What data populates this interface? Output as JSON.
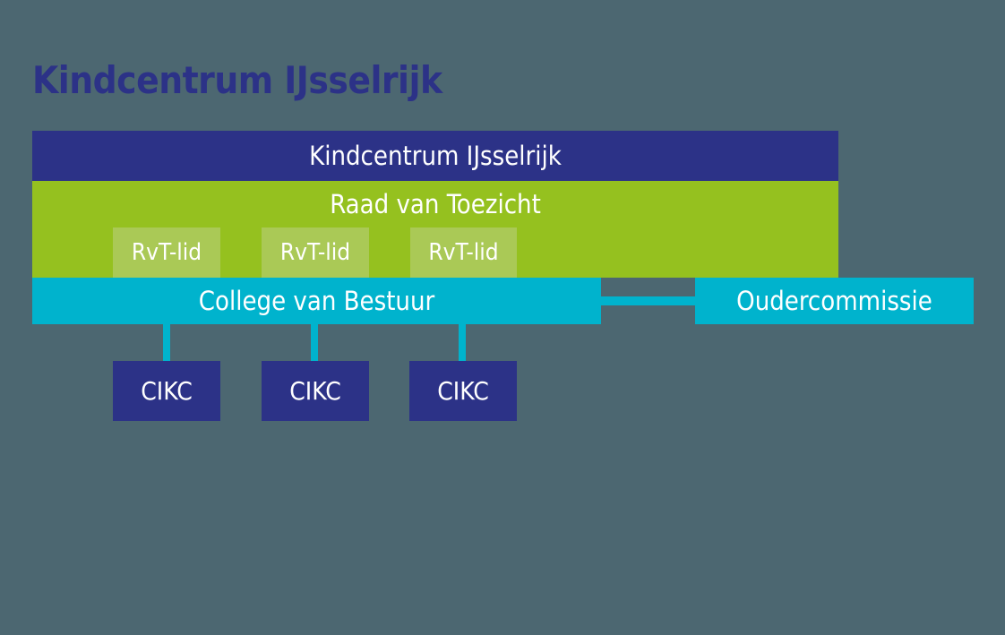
{
  "page": {
    "title": "Kindcentrum IJsselrijk",
    "background_color": "#4c6771"
  },
  "palette": {
    "dark_blue": "#2c3287",
    "green": "#95c11f",
    "light_green": "#aac956",
    "cyan": "#00b3cd",
    "white": "#ffffff",
    "slate_background": "#4c6771"
  },
  "chart_data": {
    "type": "diagram",
    "diagram_kind": "organizational-chart",
    "title": "Kindcentrum IJsselrijk",
    "levels": [
      {
        "level": 1,
        "name": "organisation",
        "label": "Kindcentrum IJsselrijk",
        "color": "#2c3287"
      },
      {
        "level": 2,
        "name": "supervisory-board",
        "label": "Raad van Toezicht",
        "color": "#95c11f",
        "members": [
          {
            "label": "RvT-lid",
            "color": "#aac956"
          },
          {
            "label": "RvT-lid",
            "color": "#aac956"
          },
          {
            "label": "RvT-lid",
            "color": "#aac956"
          }
        ]
      },
      {
        "level": 3,
        "name": "executive",
        "label": "College van Bestuur",
        "color": "#00b3cd",
        "linked_to": "Oudercommissie"
      },
      {
        "level": 3,
        "name": "parents-committee",
        "label": "Oudercommissie",
        "color": "#00b3cd"
      },
      {
        "level": 4,
        "name": "child-centres",
        "color": "#2c3287",
        "units": [
          {
            "label": "CIKC"
          },
          {
            "label": "CIKC"
          },
          {
            "label": "CIKC"
          }
        ]
      }
    ],
    "connections": [
      {
        "from": "College van Bestuur",
        "to": "Oudercommissie",
        "style": "horizontal-link"
      },
      {
        "from": "College van Bestuur",
        "to": "CIKC",
        "style": "vertical-link"
      },
      {
        "from": "College van Bestuur",
        "to": "CIKC",
        "style": "vertical-link"
      },
      {
        "from": "College van Bestuur",
        "to": "CIKC",
        "style": "vertical-link"
      }
    ]
  },
  "organisation": {
    "label": "Kindcentrum IJsselrijk"
  },
  "supervisory_board": {
    "label": "Raad van Toezicht",
    "members": [
      {
        "label": "RvT-lid"
      },
      {
        "label": "RvT-lid"
      },
      {
        "label": "RvT-lid"
      }
    ]
  },
  "executive": {
    "label": "College van Bestuur"
  },
  "parents_committee": {
    "label": "Oudercommissie"
  },
  "child_centres": [
    {
      "label": "CIKC"
    },
    {
      "label": "CIKC"
    },
    {
      "label": "CIKC"
    }
  ]
}
